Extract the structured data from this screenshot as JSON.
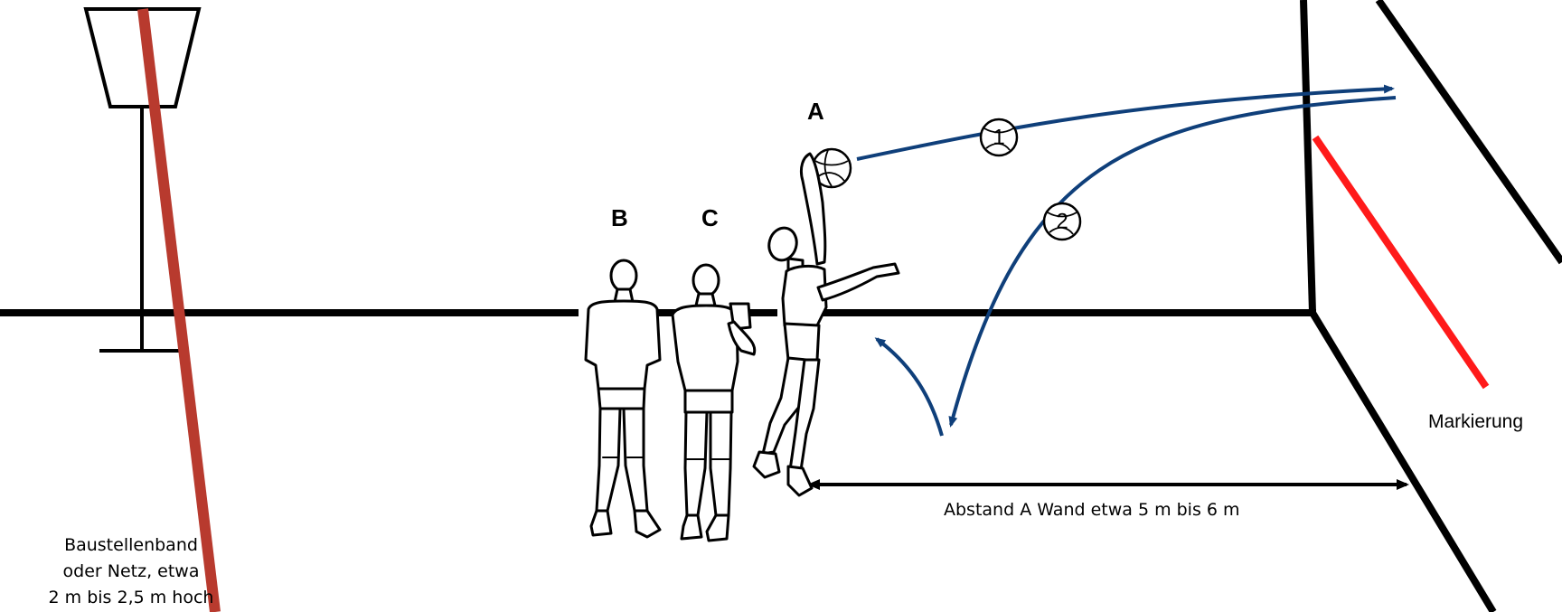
{
  "labels": {
    "player_a": "A",
    "player_b": "B",
    "player_c": "C",
    "marking": "Markierung",
    "distance": "Abstand A  Wand etwa 5 m bis 6 m",
    "tape_note": [
      "Baustellenband",
      "oder Netz, etwa",
      "2 m bis 2,5 m hoch"
    ],
    "trajectory_1": "1",
    "trajectory_2": "2"
  },
  "colors": {
    "line": "#000000",
    "trajectory": "#0f3f7a",
    "marking": "#ff1a1a",
    "tape": "#b83a2e"
  },
  "icons": {
    "ball": "volleyball-icon",
    "player": "player-silhouette"
  }
}
